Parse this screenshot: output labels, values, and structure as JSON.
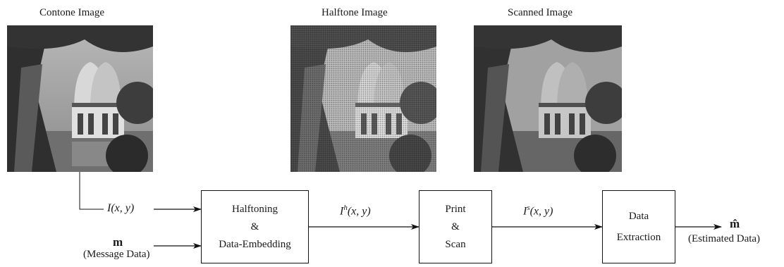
{
  "images": {
    "contone_label": "Contone Image",
    "halftone_label": "Halftone Image",
    "scanned_label": "Scanned Image"
  },
  "blocks": {
    "halftoning": [
      "Halftoning",
      "&",
      "Data-Embedding"
    ],
    "print_scan": [
      "Print",
      "&",
      "Scan"
    ],
    "extraction": [
      "Data",
      "Extraction"
    ]
  },
  "signals": {
    "input_image": "I(x, y)",
    "halftone_signal_base": "I",
    "halftone_signal_sup": "h",
    "halftone_signal_args": "(x, y)",
    "scanned_signal_base": "I",
    "scanned_signal_sup": "s",
    "scanned_signal_args": "(x, y)",
    "message_symbol": "m",
    "message_label": "(Message Data)",
    "estimate_symbol": "m̂",
    "estimate_label": "(Estimated Data)"
  }
}
